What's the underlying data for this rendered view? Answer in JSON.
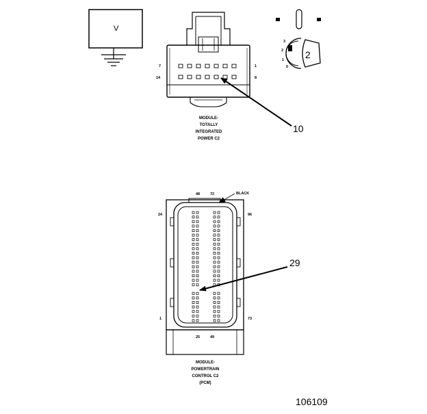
{
  "voltmeter": {
    "symbol": "V"
  },
  "meter_dial": {
    "settings": [
      "3",
      "2",
      "1",
      "0"
    ],
    "callout": "2"
  },
  "connector_c2": {
    "caption": [
      "MODULE-",
      "TOTALLY",
      "INTEGRATED",
      "POWER C2"
    ],
    "pins": {
      "top_left": "7",
      "top_right": "1",
      "bottom_left": "14",
      "bottom_right": "8"
    },
    "callout": "10"
  },
  "connector_pcm": {
    "caption": [
      "MODULE-",
      "POWERTRAIN",
      "CONTROL C2",
      "(PCM)"
    ],
    "pins": {
      "top_a": "48",
      "top_b": "72",
      "left_top": "24",
      "right_top": "96",
      "left_bottom": "1",
      "right_bottom": "73",
      "bottom_a": "25",
      "bottom_b": "49"
    },
    "color_tag": "BLACK",
    "callout": "29"
  },
  "figure_id": "106109"
}
